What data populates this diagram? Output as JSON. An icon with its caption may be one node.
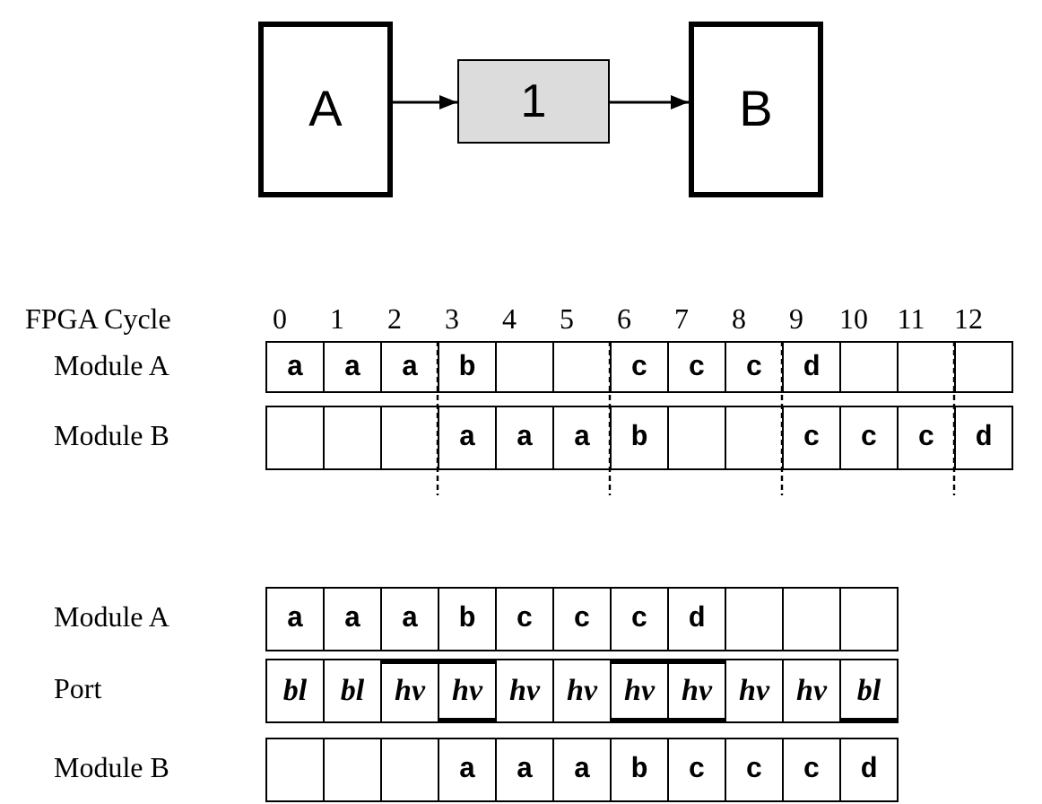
{
  "diagram": {
    "nodes": [
      {
        "text": [
          "A"
        ]
      },
      {
        "text": [
          "1"
        ]
      },
      {
        "text": [
          "B"
        ]
      }
    ],
    "edges": [
      {
        "from": 0,
        "to": 1,
        "arrow": "to"
      },
      {
        "from": 1,
        "to": 2,
        "arrow": "to"
      }
    ],
    "labels": [
      "FPGA Cycle",
      "0",
      "1",
      "2",
      "3",
      "4",
      "5",
      "6",
      "7",
      "8",
      "9",
      "10",
      "11",
      "12",
      "Module A",
      "a",
      "a",
      "a",
      "b",
      "c",
      "c",
      "c",
      "d",
      "Module B",
      "a",
      "a",
      "a",
      "b",
      "c",
      "c",
      "c",
      "d",
      "Module A",
      "a",
      "a",
      "a",
      "b",
      "c",
      "c",
      "c",
      "d",
      "Port",
      "bl",
      "bl",
      "hv",
      "hv",
      "hv",
      "hv",
      "hv",
      "hv",
      "hv",
      "hv",
      "bl",
      "Module B",
      "a",
      "a",
      "a",
      "b",
      "c",
      "c",
      "c",
      "d"
    ]
  }
}
